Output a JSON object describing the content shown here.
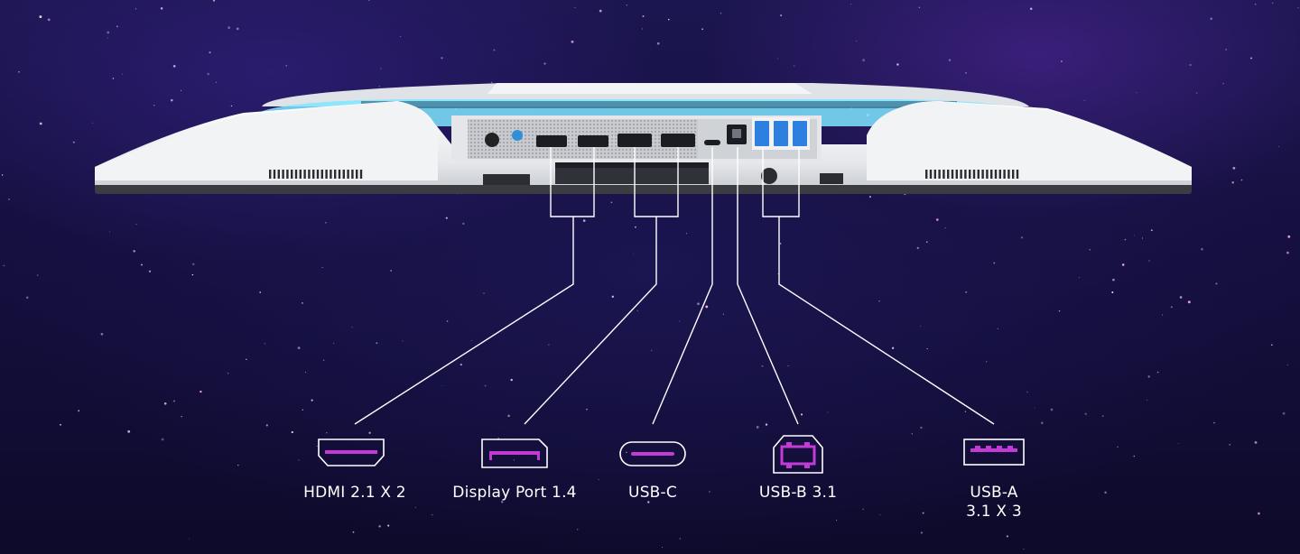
{
  "ports": [
    {
      "icon": "hdmi-icon",
      "label": "HDMI 2.1 X 2"
    },
    {
      "icon": "displayport-icon",
      "label": "Display Port 1.4"
    },
    {
      "icon": "usb-c-icon",
      "label": "USB-C"
    },
    {
      "icon": "usb-b-icon",
      "label": "USB-B 3.1"
    },
    {
      "icon": "usb-a-icon",
      "label_line1": "USB-A",
      "label_line2": "3.1 X 3"
    }
  ],
  "colors": {
    "background": "#150f3e",
    "accent": "#c33ad6",
    "line": "#ffffff",
    "monitor_body": "#eef0f2",
    "glow": "#7fe6ff"
  }
}
